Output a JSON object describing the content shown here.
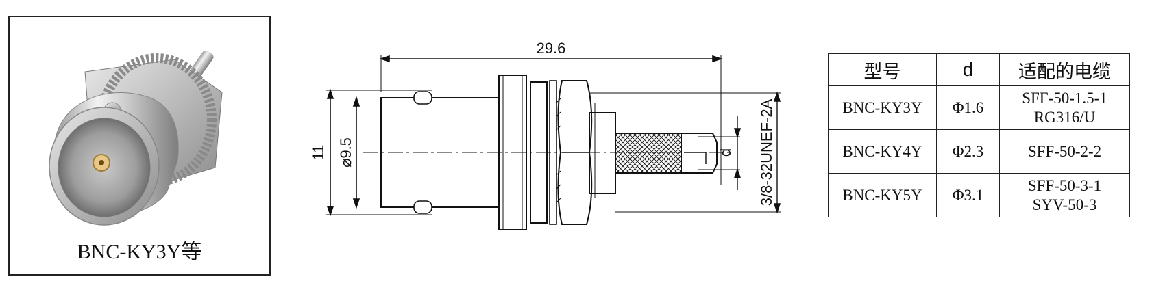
{
  "photo": {
    "caption": "BNC-KY3Y等"
  },
  "drawing": {
    "dim_length": "29.6",
    "dim_outer": "11",
    "dim_body": "⌀9.5",
    "dim_thread": "3/8-32UNEF-2A",
    "dim_d": "d"
  },
  "table": {
    "headers": [
      "型号",
      "d",
      "适配的电缆"
    ],
    "rows": [
      {
        "model": "BNC-KY3Y",
        "d": "Φ1.6",
        "cables": [
          "SFF-50-1.5-1",
          "RG316/U"
        ]
      },
      {
        "model": "BNC-KY4Y",
        "d": "Φ2.3",
        "cables": [
          "SFF-50-2-2"
        ]
      },
      {
        "model": "BNC-KY5Y",
        "d": "Φ3.1",
        "cables": [
          "SFF-50-3-1",
          "SYV-50-3"
        ]
      }
    ]
  }
}
